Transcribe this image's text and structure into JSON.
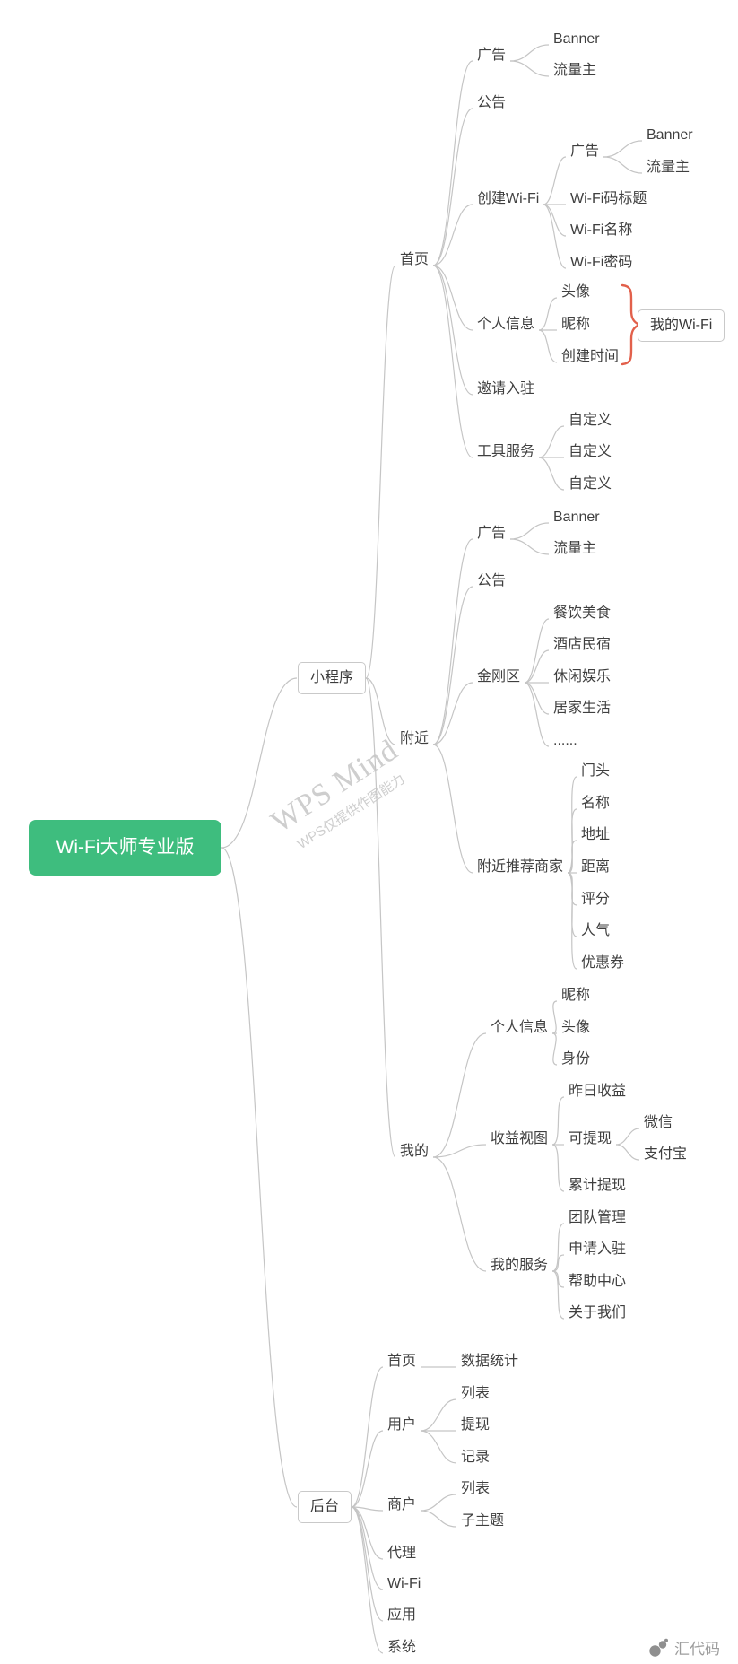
{
  "root": {
    "label": "Wi-Fi大师专业版"
  },
  "colors": {
    "root_bg": "#3EBD7E",
    "edge": "#C5C5C5",
    "brace": "#E2604B"
  },
  "watermark": {
    "line1": "WPS Mind",
    "line2": "WPS仅提供作图能力"
  },
  "footer": {
    "brand": "汇代码"
  },
  "mini": {
    "label": "小程序",
    "home": {
      "label": "首页",
      "ad": {
        "label": "广告",
        "banner": "Banner",
        "traffic": "流量主"
      },
      "notice": "公告",
      "create": {
        "label": "创建Wi-Fi",
        "ad": {
          "label": "广告",
          "banner": "Banner",
          "traffic": "流量主"
        },
        "title": "Wi-Fi码标题",
        "name": "Wi-Fi名称",
        "password": "Wi-Fi密码"
      },
      "profile": {
        "label": "个人信息",
        "avatar": "头像",
        "nickname": "昵称",
        "created": "创建时间",
        "summary": "我的Wi-Fi"
      },
      "invite": "邀请入驻",
      "tools": {
        "label": "工具服务",
        "custom1": "自定义",
        "custom2": "自定义",
        "custom3": "自定义"
      }
    },
    "nearby": {
      "label": "附近",
      "ad": {
        "label": "广告",
        "banner": "Banner",
        "traffic": "流量主"
      },
      "notice": "公告",
      "diamond": {
        "label": "金刚区",
        "food": "餐饮美食",
        "hotel": "酒店民宿",
        "fun": "休闲娱乐",
        "home": "居家生活",
        "more": "......"
      },
      "merchants": {
        "label": "附近推荐商家",
        "front": "门头",
        "name": "名称",
        "address": "地址",
        "distance": "距离",
        "score": "评分",
        "popularity": "人气",
        "coupon": "优惠券"
      }
    },
    "mine": {
      "label": "我的",
      "profile": {
        "label": "个人信息",
        "nickname": "昵称",
        "avatar": "头像",
        "identity": "身份"
      },
      "revenue": {
        "label": "收益视图",
        "yesterday": "昨日收益",
        "withdrawable": {
          "label": "可提现",
          "wechat": "微信",
          "alipay": "支付宝"
        },
        "total": "累计提现"
      },
      "services": {
        "label": "我的服务",
        "team": "团队管理",
        "apply": "申请入驻",
        "help": "帮助中心",
        "about": "关于我们"
      }
    }
  },
  "backend": {
    "label": "后台",
    "home": {
      "label": "首页",
      "stats": "数据统计"
    },
    "users": {
      "label": "用户",
      "list": "列表",
      "withdraw": "提现",
      "records": "记录"
    },
    "merchants": {
      "label": "商户",
      "list": "列表",
      "sub": "子主题"
    },
    "agent": "代理",
    "wifi": "Wi-Fi",
    "app": "应用",
    "system": "系统"
  }
}
